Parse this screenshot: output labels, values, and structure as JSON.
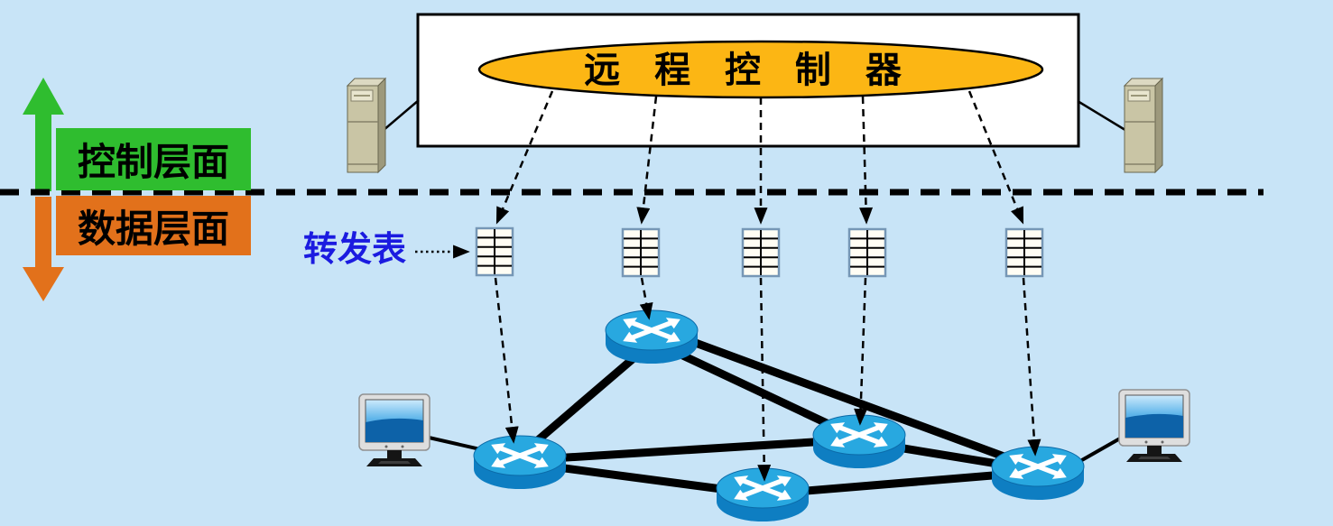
{
  "labels": {
    "remote_controller": "远 程 控 制 器",
    "control_plane": "控制层面",
    "data_plane": "数据层面",
    "forwarding_table": "转发表"
  },
  "colors": {
    "background": "#c8e4f7",
    "controller_box_fill": "#ffffff",
    "controller_ellipse_fill": "#fcb614",
    "control_plane_green": "#2fbd2f",
    "data_plane_orange": "#e2711b",
    "forwarding_table_label_blue": "#1b1be0",
    "router_top_blue": "#28a8e0",
    "router_body_blue": "#0e7ec2",
    "forwarding_table_border": "#7697b6",
    "server_tower_tan": "#c9c5a5",
    "link_color": "#000000"
  },
  "topology": {
    "forwarding_tables": 5,
    "routers": 5,
    "host_computers": 2,
    "server_towers": 2,
    "controller_to_table_links": 5,
    "table_to_router_links": 5
  },
  "icons": {
    "router": "router-icon",
    "forwarding_table": "forwarding-table-icon",
    "host": "monitor-icon",
    "server": "server-tower-icon",
    "up_arrow": "control-plane-up-arrow-icon",
    "down_arrow": "data-plane-down-arrow-icon"
  }
}
